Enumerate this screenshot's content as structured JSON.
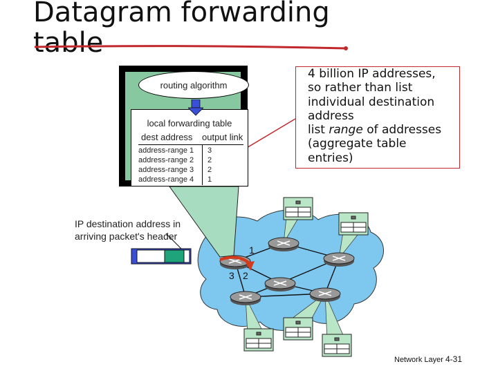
{
  "title": "Datagram forwarding table",
  "title_line1": "Datagram forwarding",
  "title_line2": "table",
  "router": {
    "algorithm_label": "routing algorithm",
    "table_title": "local forwarding table",
    "col_dest": "dest address",
    "col_link": "output link",
    "rows": [
      {
        "range": "address-range 1",
        "link": "3"
      },
      {
        "range": "address-range 2",
        "link": "2"
      },
      {
        "range": "address-range 3",
        "link": "2"
      },
      {
        "range": "address-range 4",
        "link": "1"
      }
    ]
  },
  "callout": {
    "line1": "4 billion IP addresses,",
    "line2": "so rather than list",
    "line3": "individual destination",
    "line4": "address",
    "line5_prefix": "list ",
    "line5_em": "range",
    "line5_suffix": " of addresses",
    "line6": "(aggregate table",
    "line7": "entries)"
  },
  "packet_label_line1": "IP destination address in",
  "packet_label_line2": "arriving packet's header",
  "ports": {
    "p1": "1",
    "p2": "2",
    "p3": "3"
  },
  "footer": {
    "text": "Network Layer",
    "page": "4-31"
  },
  "colors": {
    "cloud": "#7ec8f0",
    "router_green": "#88c8a0",
    "callout_border": "#c0282c",
    "arrow_red": "#d43a1c",
    "packet_blue": "#3a4fd8",
    "packet_green": "#1fa37a"
  }
}
